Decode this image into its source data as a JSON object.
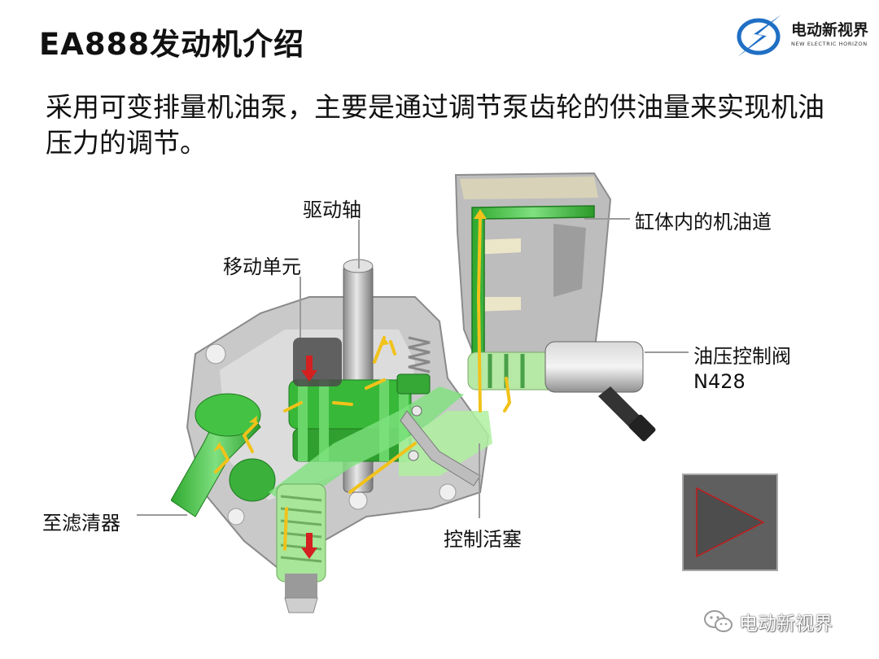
{
  "slide": {
    "title": "EA888发动机介绍",
    "subtitle": "采用可变排量机油泵，主要是通过调节泵齿轮的供油量来实现机油压力的调节。"
  },
  "logo": {
    "name_cn": "电动新视界",
    "name_en": "NEW ELECTRIC HORIZON",
    "icon": "lightning-globe-icon"
  },
  "diagram": {
    "labels": {
      "drive_shaft": "驱动轴",
      "moving_unit": "移动单元",
      "oil_gallery": "缸体内的机油道",
      "valve_name": "油压控制阀",
      "valve_code": "N428",
      "to_filter": "至滤清器",
      "control_piston": "控制活塞"
    },
    "colors": {
      "oil_green": "#3cc23c",
      "housing_grey": "#b8b8b8",
      "flow_arrow": "#f2c21a",
      "pressure_arrow": "#d42020"
    }
  },
  "controls": {
    "play_icon": "play-icon"
  },
  "watermark": {
    "icon": "wechat-icon",
    "text": "电动新视界"
  }
}
